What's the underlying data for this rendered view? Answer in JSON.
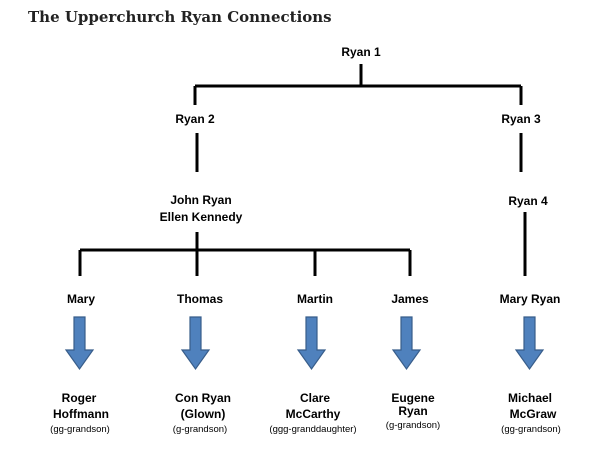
{
  "title": "The Upperchurch Ryan Connections",
  "colors": {
    "line": "#000000",
    "arrow_fill": "#4f81bd",
    "arrow_stroke": "#385d8a"
  },
  "nodes": {
    "ryan1": "Ryan 1",
    "ryan2": "Ryan 2",
    "ryan3": "Ryan 3",
    "ryan4": "Ryan 4",
    "john_ryan": "John Ryan",
    "ellen_kennedy": "Ellen Kennedy",
    "mary": "Mary",
    "thomas": "Thomas",
    "martin": "Martin",
    "james": "James",
    "mary_ryan": "Mary Ryan"
  },
  "descendants": [
    {
      "name_line1": "Roger",
      "name_line2": "Hoffmann",
      "relation": "(gg-grandson)"
    },
    {
      "name_line1": "Con Ryan",
      "name_line2": "(Glown)",
      "relation": "(g-grandson)"
    },
    {
      "name_line1": "Clare",
      "name_line2": "McCarthy",
      "relation": "(ggg-granddaughter)"
    },
    {
      "name_line1": "Eugene",
      "name_line2": "Ryan",
      "relation": "(g-grandson)"
    },
    {
      "name_line1": "Michael",
      "name_line2": "McGraw",
      "relation": "(gg-grandson)"
    }
  ]
}
